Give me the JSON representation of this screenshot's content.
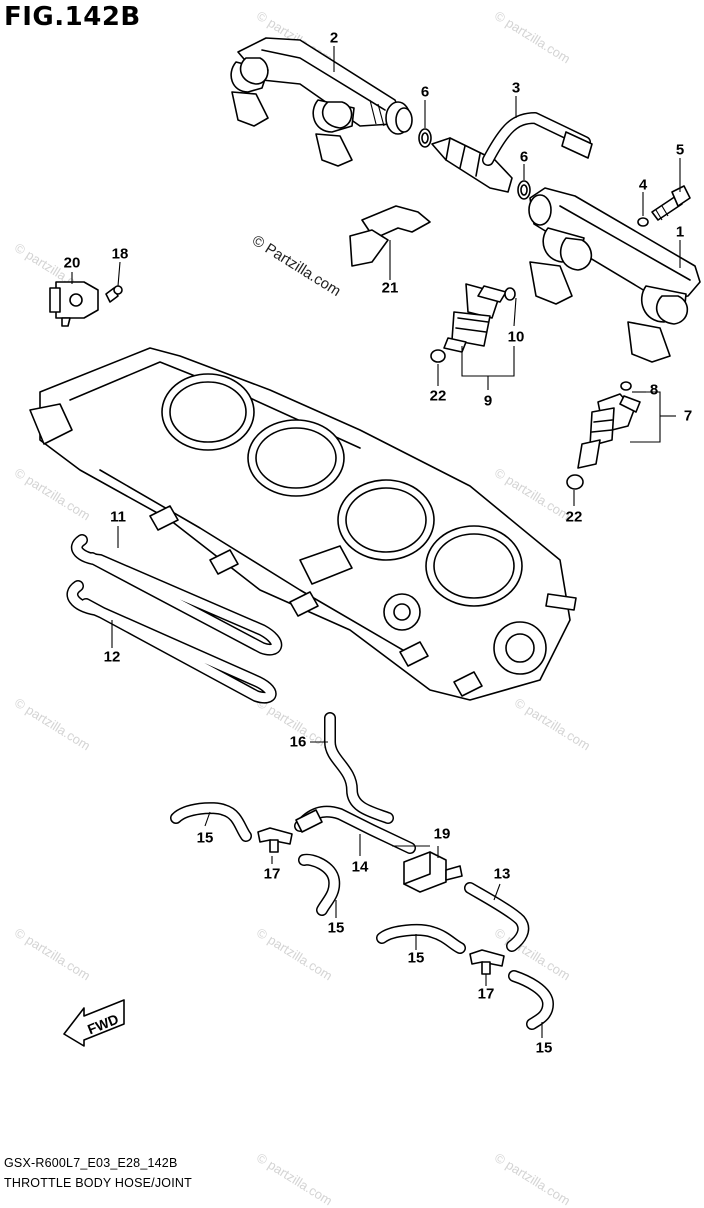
{
  "header": {
    "title": "FIG.142B"
  },
  "footer": {
    "code": "GSX-R600L7_E03_E28_142B",
    "name": "THROTTLE BODY HOSE/JOINT"
  },
  "watermark": {
    "text": "© Partzilla.com",
    "repeated_text": "© partzilla.com"
  },
  "fwd_label": "FWD",
  "callouts": {
    "c1": "1",
    "c2": "2",
    "c3": "3",
    "c4": "4",
    "c5": "5",
    "c6a": "6",
    "c6b": "6",
    "c7": "7",
    "c8": "8",
    "c9": "9",
    "c10": "10",
    "c11": "11",
    "c12": "12",
    "c13": "13",
    "c14": "14",
    "c15a": "15",
    "c15b": "15",
    "c15c": "15",
    "c15d": "15",
    "c16": "16",
    "c17a": "17",
    "c17b": "17",
    "c18": "18",
    "c19": "19",
    "c20": "20",
    "c21": "21",
    "c22a": "22",
    "c22b": "22"
  }
}
